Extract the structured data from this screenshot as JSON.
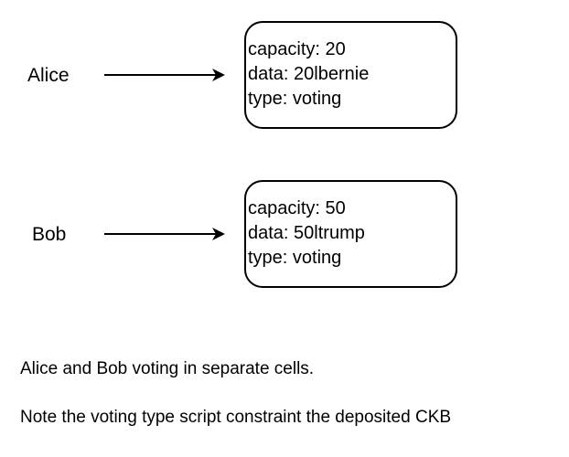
{
  "diagram": {
    "rows": [
      {
        "actor": "Alice",
        "cell": {
          "capacity": "capacity: 20",
          "data": "data: 20lbernie",
          "type": "type: voting"
        }
      },
      {
        "actor": "Bob",
        "cell": {
          "capacity": "capacity: 50",
          "data": "data: 50ltrump",
          "type": "type: voting"
        }
      }
    ],
    "captions": [
      "Alice and Bob voting in separate cells.",
      "Note the voting type script constraint the deposited CKB"
    ],
    "colors": {
      "stroke": "#000000",
      "background": "#ffffff",
      "text": "#000000"
    }
  }
}
